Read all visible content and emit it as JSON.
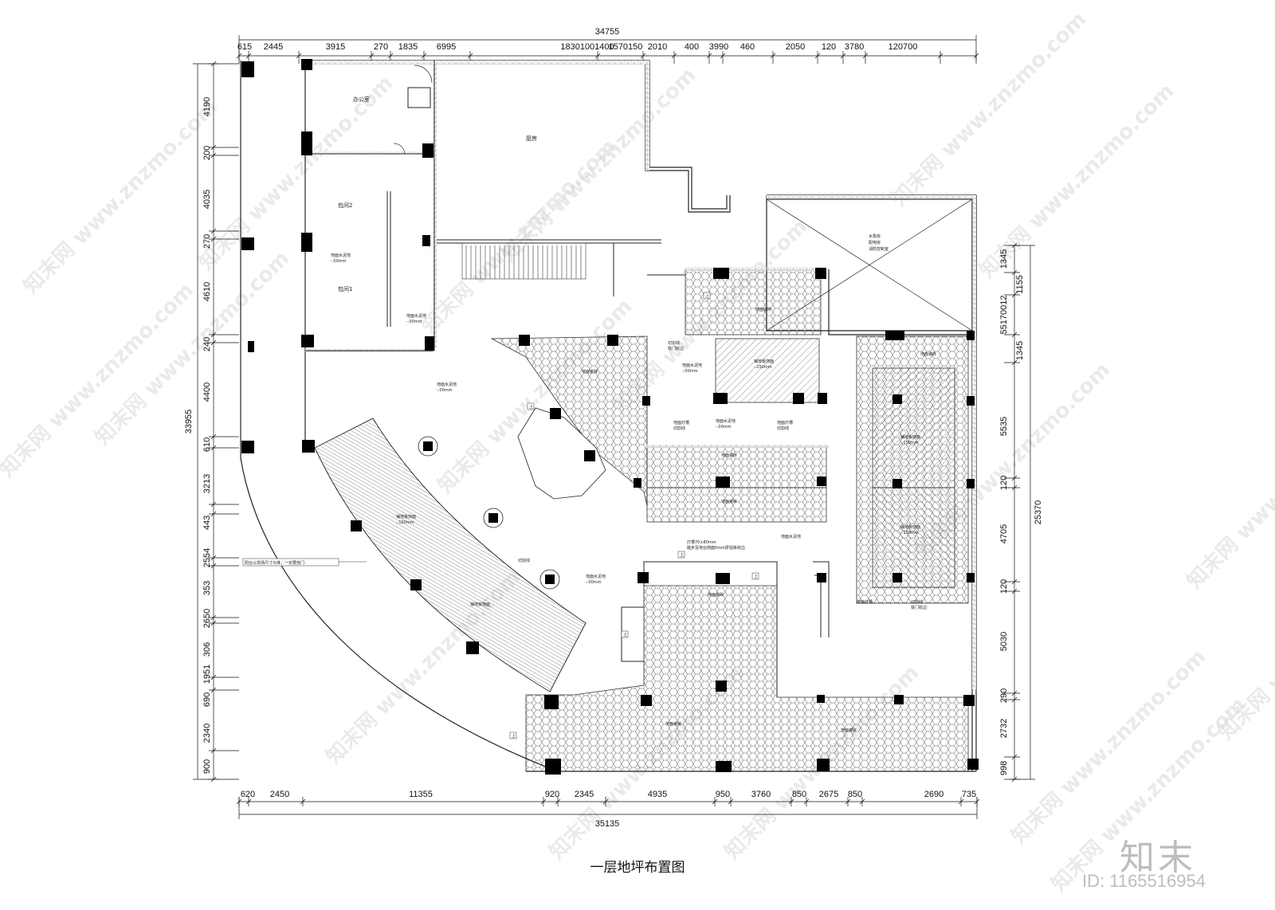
{
  "drawing": {
    "title": "一层地坪布置图",
    "top_dims": {
      "total": "34755",
      "segments": [
        "615",
        "2445",
        "3915",
        "270",
        "1835",
        "6995",
        "18301001400",
        "1570150",
        "2010",
        "400",
        "3990",
        "460",
        "2050",
        "120",
        "3780",
        "120700"
      ]
    },
    "bottom_dims": {
      "total": "35135",
      "segments": [
        "620",
        "2450",
        "11355",
        "920",
        "2345",
        "4935",
        "950",
        "3760",
        "850",
        "2675",
        "850",
        "2690",
        "735"
      ]
    },
    "left_dims": {
      "total": "33955",
      "segments": [
        "4190",
        "200",
        "4035",
        "270",
        "4610",
        "240",
        "4400",
        "610",
        "3213",
        "443",
        "2554",
        "353",
        "2650",
        "306",
        "1951",
        "690",
        "2340",
        "900"
      ]
    },
    "right_dims": {
      "total": "25370",
      "segments": [
        "1345",
        "1155",
        "55170012",
        "1345",
        "5535",
        "120",
        "4705",
        "120",
        "5030",
        "290",
        "2732",
        "998"
      ]
    },
    "rooms": {
      "office": "办公室",
      "kitchen": "厨房",
      "private2": "包间2",
      "private1": "包间1",
      "equipment": "水泵房\n配电房\n消防控制室"
    },
    "notes": {
      "cement": "地面水泥地",
      "cement_level": "-.00mm",
      "tile": "地面瓷砖",
      "wood": "铺地板饰面",
      "wood_level": "-.150mm",
      "tread": "铺地板饰面",
      "brick": "铺地板饰面",
      "rail": "踏步及地台侧面5mm厚铝板收边",
      "lamp": "灯槽70×80mm",
      "lightslot": "地面灯槽",
      "cut": "切割线",
      "gate": "铁门收边",
      "balcony": "阳台以现场尺寸为准，一定要放门",
      "up": "上"
    },
    "watermark": {
      "text": "知末网 www.znzmo.com",
      "brand": "知末",
      "id": "ID: 1165516954"
    }
  }
}
